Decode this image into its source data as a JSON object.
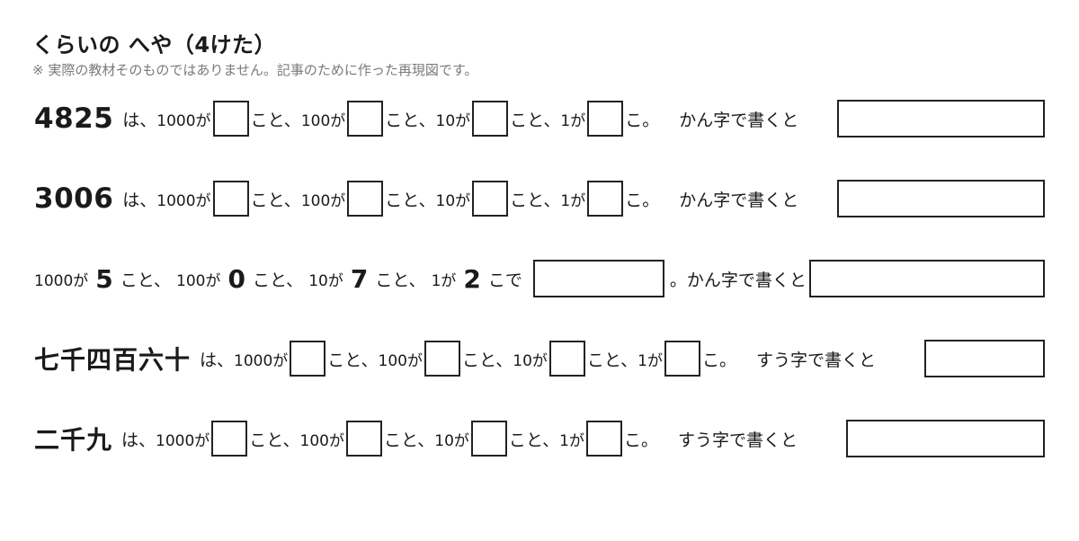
{
  "title": "くらいの へや（4けた）",
  "note": "※ 実際の教材そのものではありません。記事のために作った再現図です。",
  "labels": {
    "wa": "は、",
    "p1000": "1000が",
    "p100": "100が",
    "p10": "10が",
    "p1": "1が",
    "koto": "こと、",
    "ko": "こ。",
    "kode": "こで",
    "maru": "。",
    "kanji_write": "かん字で書くと",
    "suuji_write": "すう字で書くと"
  },
  "rows": [
    {
      "number": "4825"
    },
    {
      "number": "3006"
    },
    {
      "digits": [
        "5",
        "0",
        "7",
        "2"
      ]
    },
    {
      "number": "七千四百六十"
    },
    {
      "number": "二千九"
    }
  ]
}
